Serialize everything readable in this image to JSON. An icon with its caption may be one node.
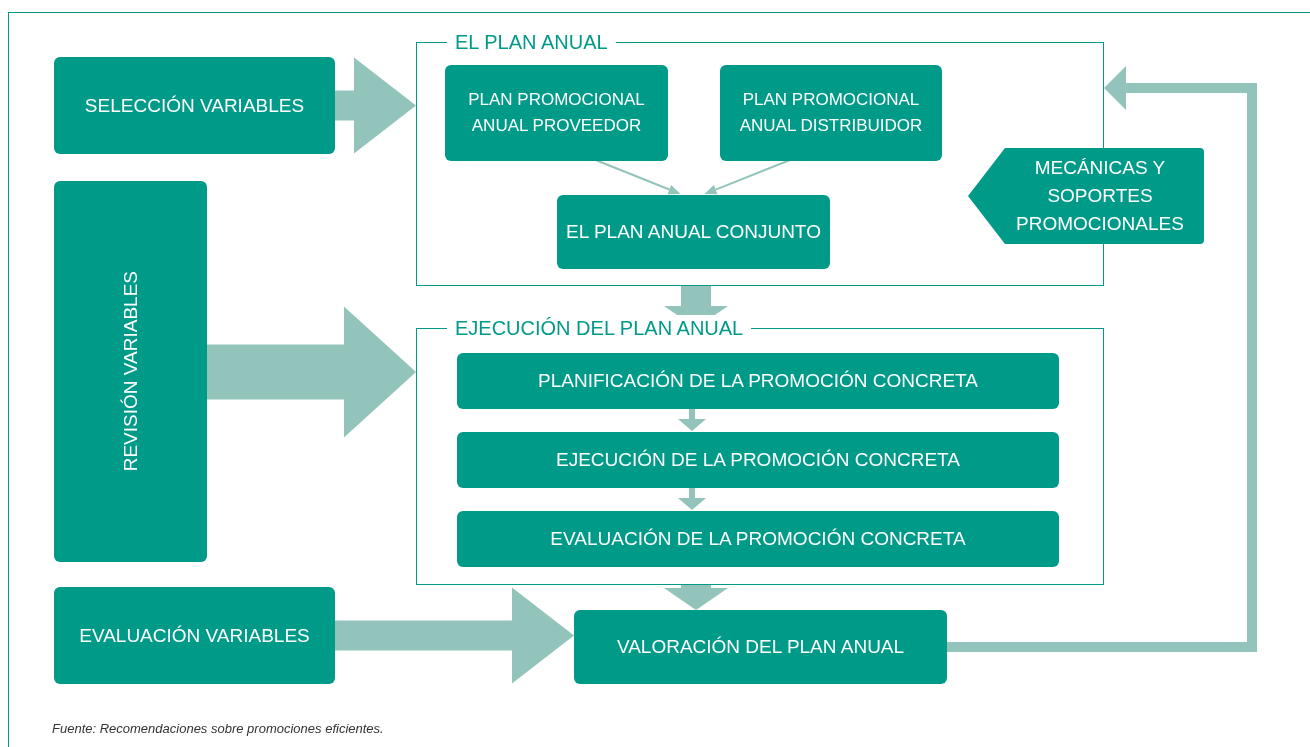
{
  "diagram": {
    "caption": "Fuente: Recomendaciones sobre promociones eficientes.",
    "nodes": [
      {
        "text": [
          "SELECCIÓN VARIABLES"
        ]
      },
      {
        "text": [
          "REVISIÓN VARIABLES"
        ]
      },
      {
        "text": [
          "EVALUACIÓN VARIABLES"
        ]
      },
      {
        "text": [
          "EL PLAN ANUAL"
        ]
      },
      {
        "text": [
          "PLAN PROMOCIONAL ANUAL PROVEEDOR"
        ],
        "in": 3
      },
      {
        "text": [
          "PLAN PROMOCIONAL ANUAL DISTRIBUIDOR"
        ],
        "in": 3
      },
      {
        "text": [
          "EL PLAN ANUAL CONJUNTO"
        ],
        "in": 3
      },
      {
        "text": [
          "MECÁNICAS Y SOPORTES PROMOCIONALES"
        ]
      },
      {
        "text": [
          "EJECUCIÓN DEL PLAN ANUAL"
        ]
      },
      {
        "text": [
          "PLANIFICACIÓN DE LA PROMOCIÓN CONCRETA"
        ],
        "in": 8
      },
      {
        "text": [
          "EJECUCIÓN DE LA PROMOCIÓN CONCRETA"
        ],
        "in": 8
      },
      {
        "text": [
          "EVALUACIÓN DE LA PROMOCIÓN CONCRETA"
        ],
        "in": 8
      },
      {
        "text": [
          "VALORACIÓN DEL PLAN ANUAL"
        ]
      }
    ],
    "edges": [
      {
        "from": 0,
        "to": 3,
        "arrow": "to",
        "style": "thick"
      },
      {
        "from": 1,
        "to": 8,
        "arrow": "to",
        "style": "thick"
      },
      {
        "from": 2,
        "to": 12,
        "arrow": "to",
        "style": "thick"
      },
      {
        "from": 4,
        "to": 6,
        "arrow": "to"
      },
      {
        "from": 5,
        "to": 6,
        "arrow": "to"
      },
      {
        "from": 3,
        "to": 8,
        "arrow": "to",
        "style": "thick"
      },
      {
        "from": 9,
        "to": 10,
        "arrow": "to"
      },
      {
        "from": 10,
        "to": 11,
        "arrow": "to"
      },
      {
        "from": 8,
        "to": 12,
        "arrow": "to",
        "style": "thick"
      },
      {
        "from": 12,
        "to": 3,
        "arrow": "to"
      }
    ]
  }
}
